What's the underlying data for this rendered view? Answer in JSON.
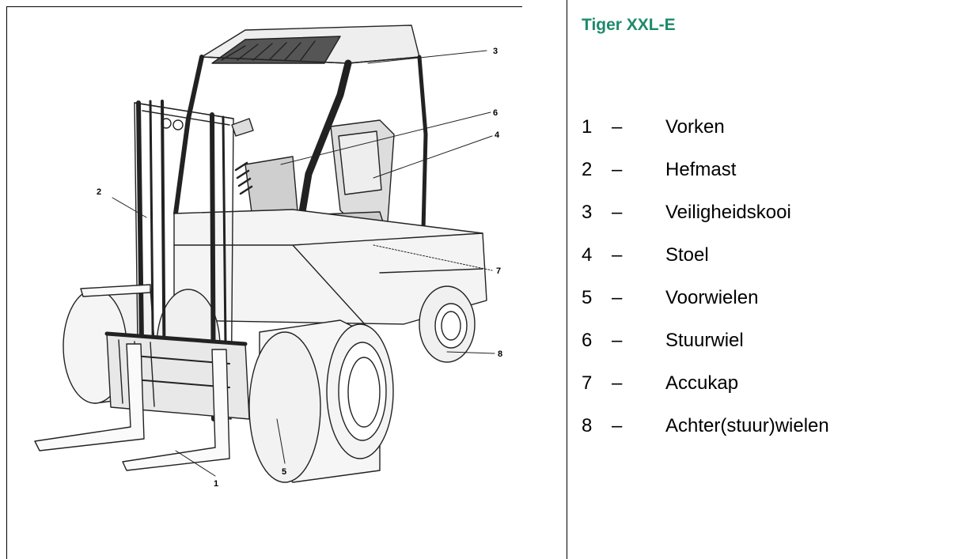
{
  "title": "Tiger XXL-E",
  "title_color": "#1d8a6b",
  "dash": "–",
  "legend": [
    {
      "number": "1",
      "label": "Vorken"
    },
    {
      "number": "2",
      "label": "Hefmast"
    },
    {
      "number": "3",
      "label": "Veiligheidskooi"
    },
    {
      "number": "4",
      "label": "Stoel"
    },
    {
      "number": "5",
      "label": "Voorwielen"
    },
    {
      "number": "6",
      "label": "Stuurwiel"
    },
    {
      "number": "7",
      "label": "Accukap"
    },
    {
      "number": "8",
      "label": "Achter(stuur)wielen"
    }
  ],
  "callouts": [
    "1",
    "2",
    "3",
    "4",
    "5",
    "6",
    "7",
    "8"
  ]
}
